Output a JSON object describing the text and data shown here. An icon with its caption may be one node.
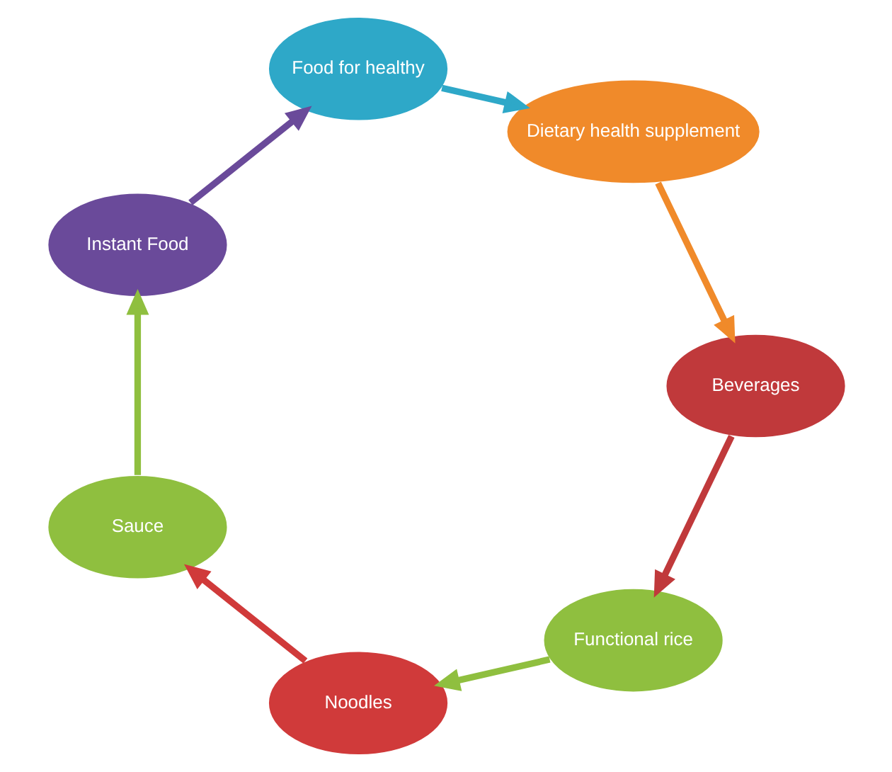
{
  "diagram": {
    "nodes": [
      {
        "text": [
          "Functional rice"
        ]
      },
      {
        "text": [
          "Noodles"
        ]
      },
      {
        "text": [
          "Sauce"
        ]
      },
      {
        "text": [
          "Instant Food"
        ]
      },
      {
        "text": [
          "Food for healthy"
        ]
      },
      {
        "text": [
          "Dietary health supplement"
        ]
      },
      {
        "text": [
          "Beverages"
        ]
      }
    ],
    "edges": [
      {
        "from": 0,
        "to": 1,
        "arrow": "to",
        "color": "#8fbf3f"
      },
      {
        "from": 1,
        "to": 2,
        "arrow": "to",
        "color": "#d03a3a"
      },
      {
        "from": 2,
        "to": 3,
        "arrow": "to",
        "color": "#8fbf3f"
      },
      {
        "from": 3,
        "to": 4,
        "arrow": "to",
        "color": "#6a4a9a"
      },
      {
        "from": 4,
        "to": 5,
        "arrow": "to",
        "color": "#2ea8c8"
      },
      {
        "from": 5,
        "to": 6,
        "arrow": "to",
        "color": "#f08a2a"
      },
      {
        "from": 6,
        "to": 0,
        "arrow": "to",
        "color": "#c0393b"
      }
    ]
  }
}
